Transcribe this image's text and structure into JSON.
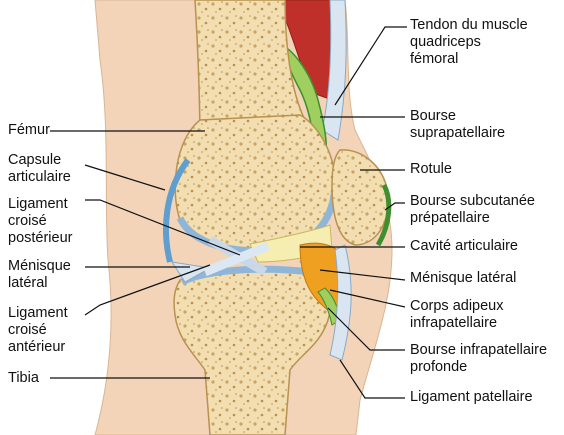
{
  "colors": {
    "bone_shaft": "#e6c98a",
    "bone_spongy": "#f2deb0",
    "cartilage": "#8fb6d8",
    "capsule": "#5f9fcf",
    "bursa": "#9fcf5f",
    "fat_pad": "#f0a020",
    "muscle": "#c0302a",
    "skin": "#f3d4b8",
    "ligament": "#d9e6f2"
  },
  "labels": {
    "tendon_quadriceps": "Tendon du muscle\nquadriceps\nfémoral",
    "bourse_suprapatellaire": "Bourse\nsuprapatellaire",
    "rotule": "Rotule",
    "bourse_subcutanee": "Bourse subcutanée\nprépatellaire",
    "cavite_articulaire": "Cavité articulaire",
    "menisque_lateral_right": "Ménisque latéral",
    "corps_adipeux": "Corps adipeux\ninfrapatellaire",
    "bourse_infrapatellaire": "Bourse infrapatellaire\nprofonde",
    "ligament_patellaire": "Ligament patellaire",
    "femur": "Fémur",
    "capsule_articulaire": "Capsule\narticulaire",
    "ligament_croise_posterieur": "Ligament\ncroisé\npostérieur",
    "menisque_lateral_left": "Ménisque\nlatéral",
    "ligament_croise_anterieur": "Ligament\ncroisé\nantérieur",
    "tibia": "Tibia"
  }
}
